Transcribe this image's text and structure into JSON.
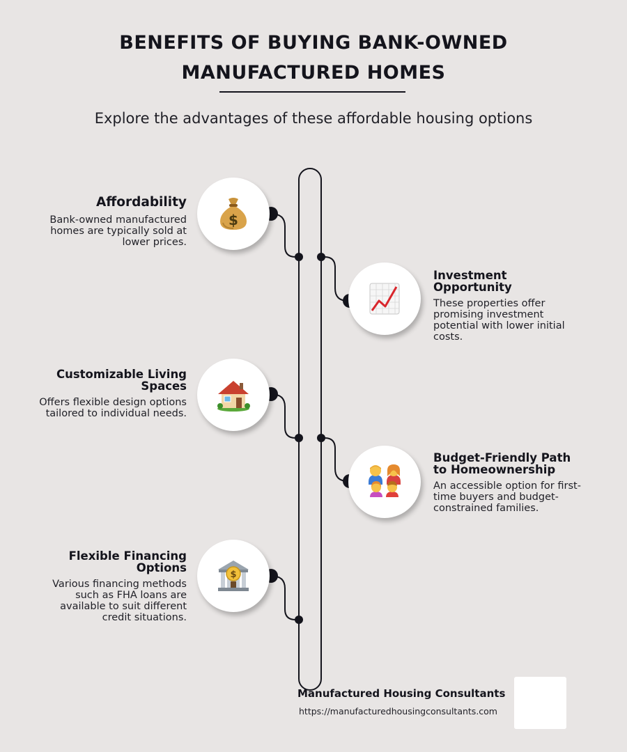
{
  "header": {
    "title_line1": "BENEFITS OF BUYING BANK-OWNED",
    "title_line2": "MANUFACTURED HOMES",
    "subtitle": "Explore the advantages of these affordable housing options"
  },
  "items": [
    {
      "side": "left",
      "icon": "money-bag-icon",
      "title": "Affordability",
      "description": "Bank-owned manufactured homes are typically sold at lower prices."
    },
    {
      "side": "right",
      "icon": "chart-increasing-icon",
      "title": "Investment Opportunity",
      "description": "These properties offer promising investment potential with lower initial costs."
    },
    {
      "side": "left",
      "icon": "house-with-garden-icon",
      "title": "Customizable Living Spaces",
      "description": "Offers flexible design options tailored to individual needs."
    },
    {
      "side": "right",
      "icon": "family-icon",
      "title": "Budget-Friendly Path to Homeownership",
      "description": "An accessible option for first-time buyers and budget-constrained families."
    },
    {
      "side": "left",
      "icon": "bank-icon",
      "title": "Flexible Financing Options",
      "description": "Various financing methods such as FHA loans are available to suit different credit situations."
    }
  ],
  "footer": {
    "name": "Manufactured Housing Consultants",
    "url": "https://manufacturedhousingconsultants.com"
  },
  "colors": {
    "background": "#e8e5e4",
    "text": "#14141c",
    "line": "#14141c",
    "card": "#ffffff"
  }
}
